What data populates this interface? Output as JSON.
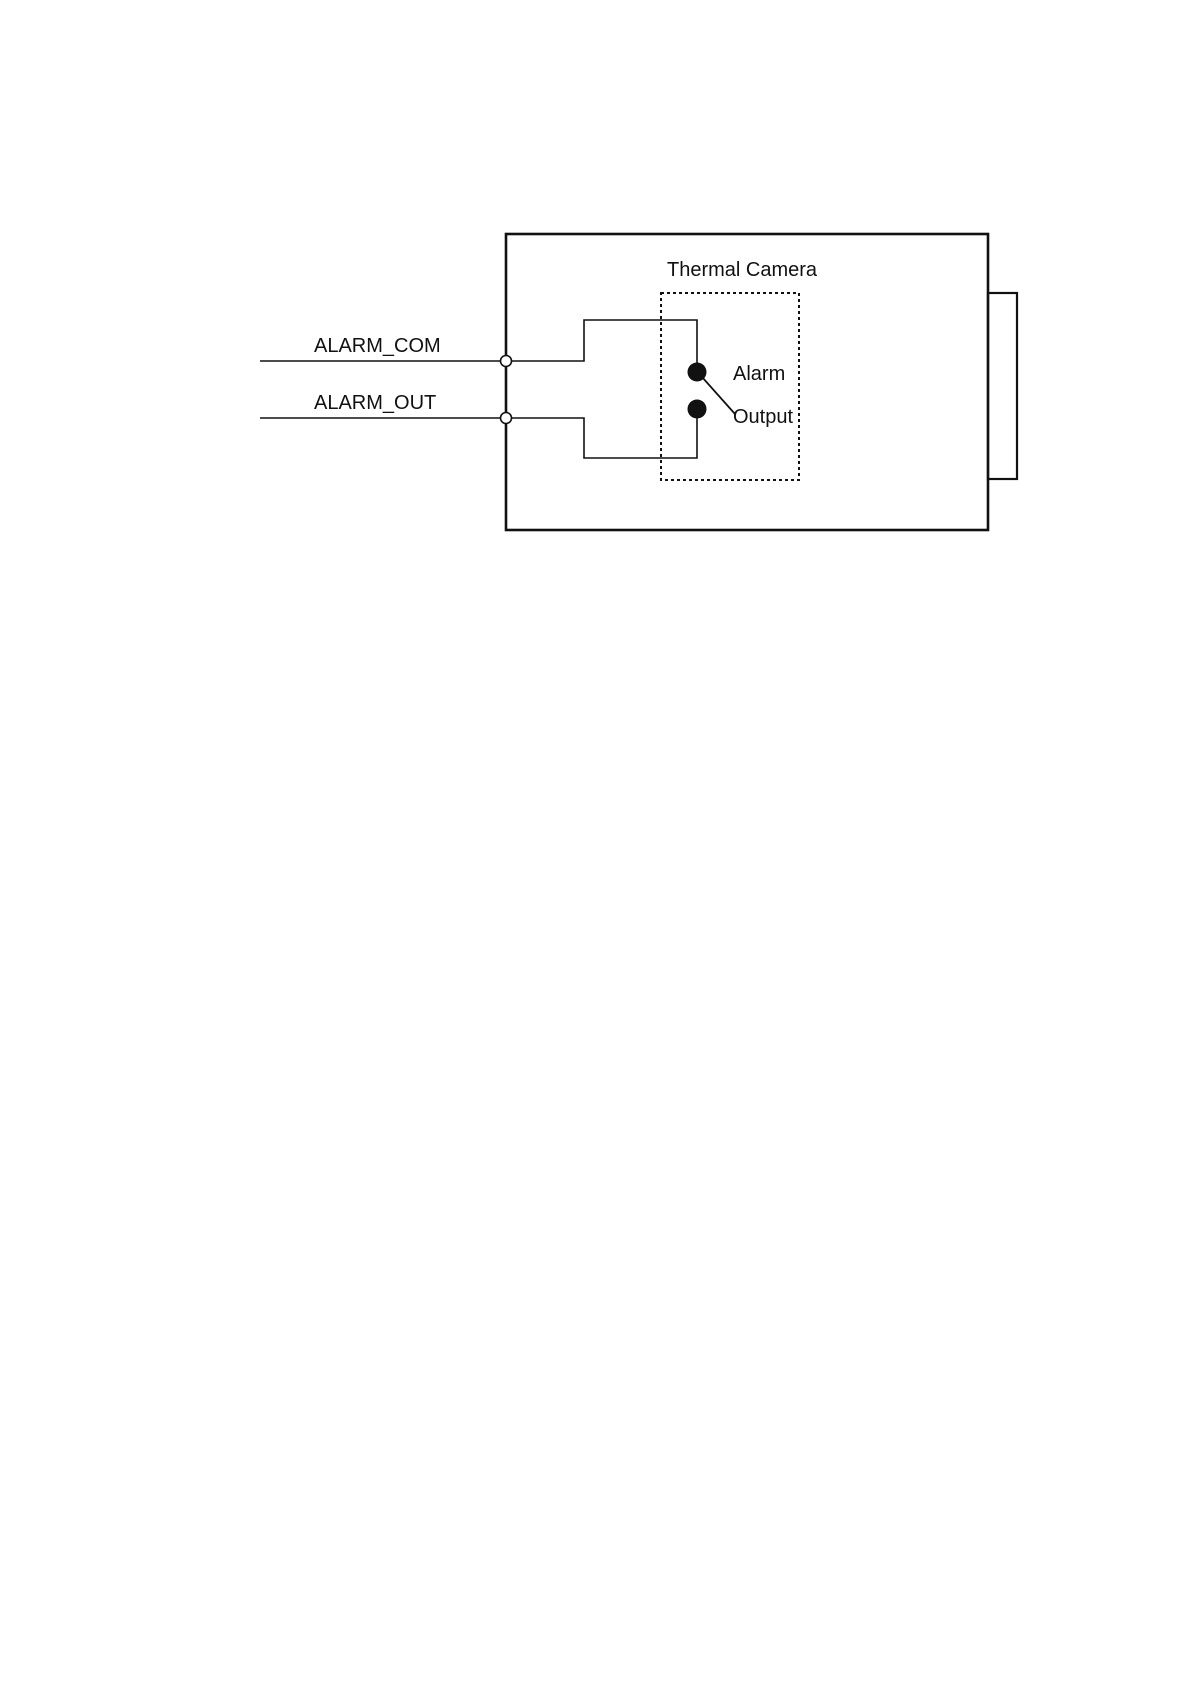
{
  "device": {
    "title": "Thermal Camera"
  },
  "terminals": {
    "com_label": "ALARM_COM",
    "out_label": "ALARM_OUT"
  },
  "relay": {
    "label_line1": "Alarm",
    "label_line2": "Output"
  },
  "colors": {
    "line": "#111111",
    "background": "#ffffff"
  }
}
